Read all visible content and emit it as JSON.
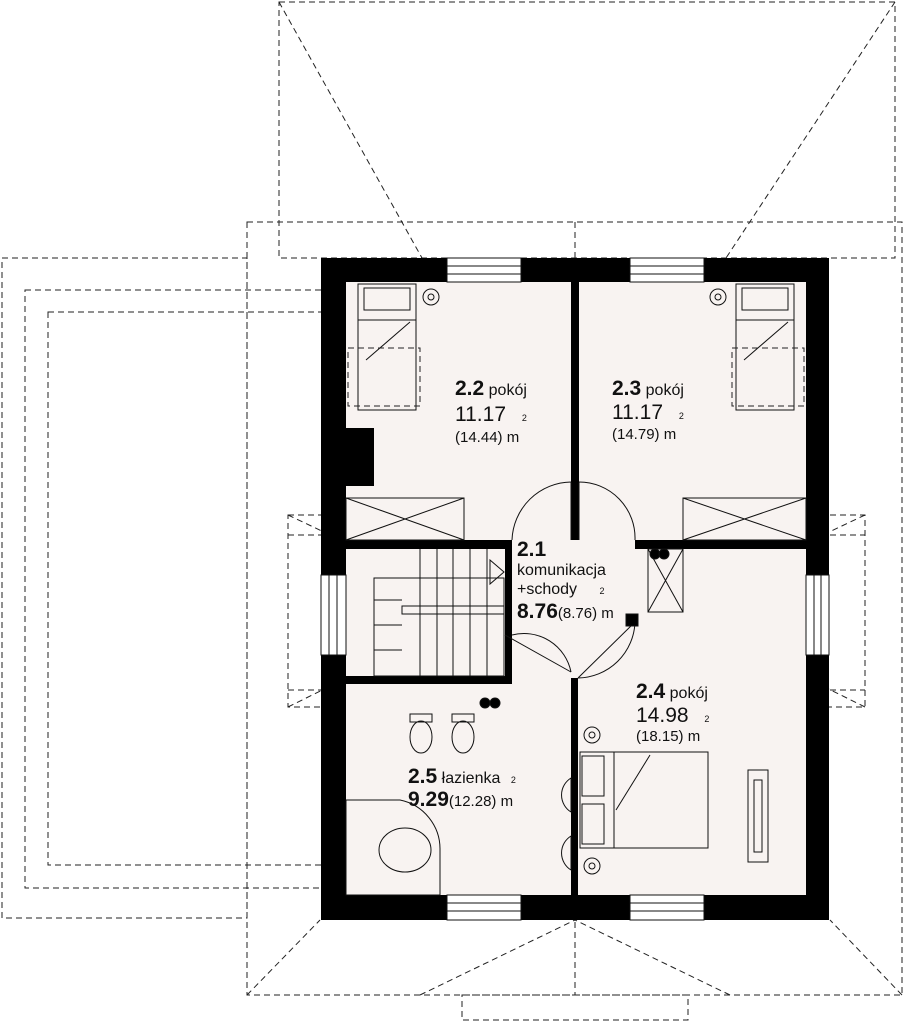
{
  "rooms": {
    "r22": {
      "number": "2.2",
      "name": "pokój",
      "area": "11.17",
      "area_total": "(14.44) m",
      "unit_sup": "2"
    },
    "r23": {
      "number": "2.3",
      "name": "pokój",
      "area": "11.17",
      "area_total": "(14.79) m",
      "unit_sup": "2"
    },
    "r21": {
      "number": "2.1",
      "name_line1": "komunikacja",
      "name_line2": "+schody",
      "area": "8.76",
      "area_total": "(8.76) m",
      "unit_sup": "2"
    },
    "r24": {
      "number": "2.4",
      "name": "pokój",
      "area": "14.98",
      "area_total": "(18.15) m",
      "unit_sup": "2"
    },
    "r25": {
      "number": "2.5",
      "name": "łazienka",
      "area": "9.29",
      "area_total": "(12.28) m",
      "unit_sup": "2"
    }
  },
  "colors": {
    "wall": "#000000",
    "floor": "#f8f3f1",
    "line": "#222222"
  }
}
